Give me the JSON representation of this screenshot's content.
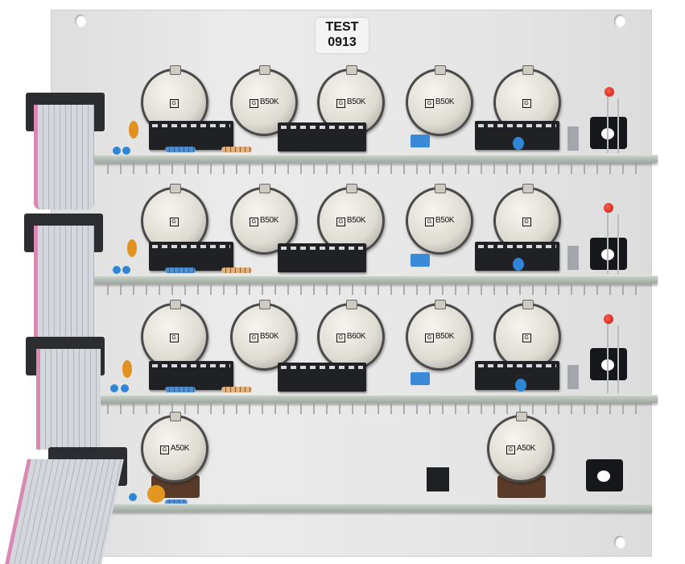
{
  "image": {
    "subject": "Eurorack-style synthesizer module, side/rear view with three identical stacked PCB channels plus a bottom board",
    "label": {
      "line1": "TEST",
      "line2": "0913"
    },
    "rows": [
      {
        "pots": [
          {
            "marking": ""
          },
          {
            "marking": "B50K"
          },
          {
            "marking": "B50K"
          },
          {
            "marking": "B50K"
          },
          {
            "marking": ""
          }
        ]
      },
      {
        "pots": [
          {
            "marking": ""
          },
          {
            "marking": "B50K"
          },
          {
            "marking": "B50K"
          },
          {
            "marking": "B50K"
          },
          {
            "marking": ""
          }
        ]
      },
      {
        "pots": [
          {
            "marking": ""
          },
          {
            "marking": "B50K"
          },
          {
            "marking": "B60K"
          },
          {
            "marking": "B50K"
          },
          {
            "marking": ""
          }
        ]
      }
    ],
    "bottom_row": {
      "pots": [
        {
          "marking": "A50K"
        },
        {
          "marking": "A50K"
        }
      ]
    },
    "pot_logo": "G",
    "colors": {
      "panel": "#e6e6e6",
      "pcb": "#b7c1b8",
      "ic": "#1f2124",
      "led": "#d9231a",
      "ribbon": "#d4d7dc",
      "ribbon_stripe": "#d98ab4",
      "capacitor": "#2f86d6"
    }
  }
}
